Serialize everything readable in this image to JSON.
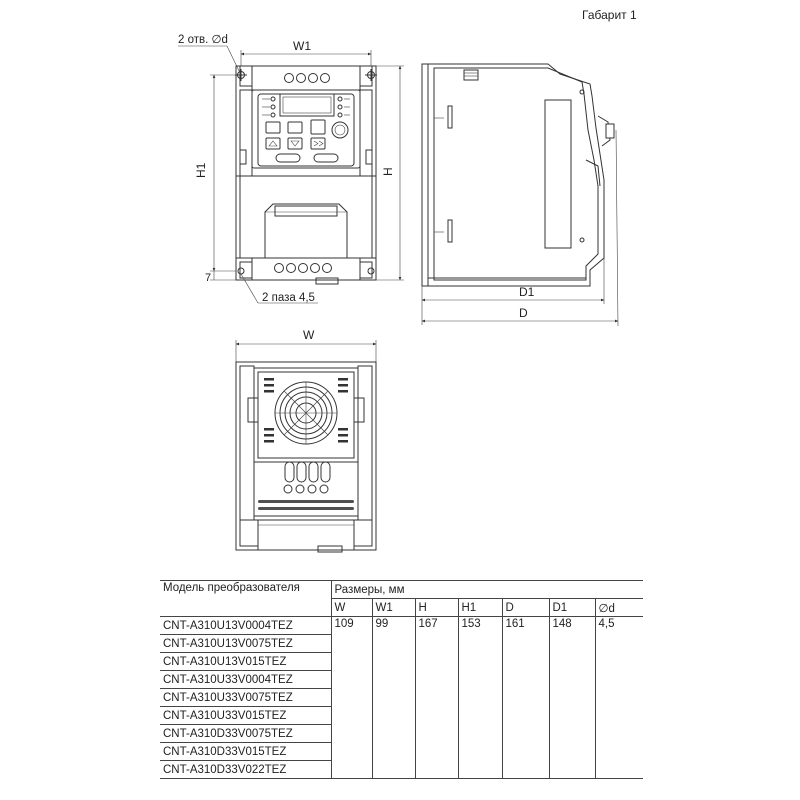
{
  "page": {
    "title": "Габарит 1"
  },
  "labels": {
    "holes": "2 отв. ∅d",
    "slots": "2 паза 4,5",
    "w1": "W1",
    "h1": "H1",
    "h": "H",
    "seven": "7",
    "d1": "D1",
    "d": "D",
    "w": "W"
  },
  "table": {
    "header_model": "Модель преобразователя",
    "header_dims": "Размеры, мм",
    "columns": [
      "W",
      "W1",
      "H",
      "H1",
      "D",
      "D1",
      "∅d"
    ],
    "values": [
      "109",
      "99",
      "167",
      "153",
      "161",
      "148",
      "4,5"
    ],
    "models": [
      "CNT-A310U13V0004TEZ",
      "CNT-A310U13V0075TEZ",
      "CNT-A310U13V015TEZ",
      "CNT-A310U33V0004TEZ",
      "CNT-A310U33V0075TEZ",
      "CNT-A310U33V015TEZ",
      "CNT-A310D33V0075TEZ",
      "CNT-A310D33V015TEZ",
      "CNT-A310D33V022TEZ"
    ]
  }
}
